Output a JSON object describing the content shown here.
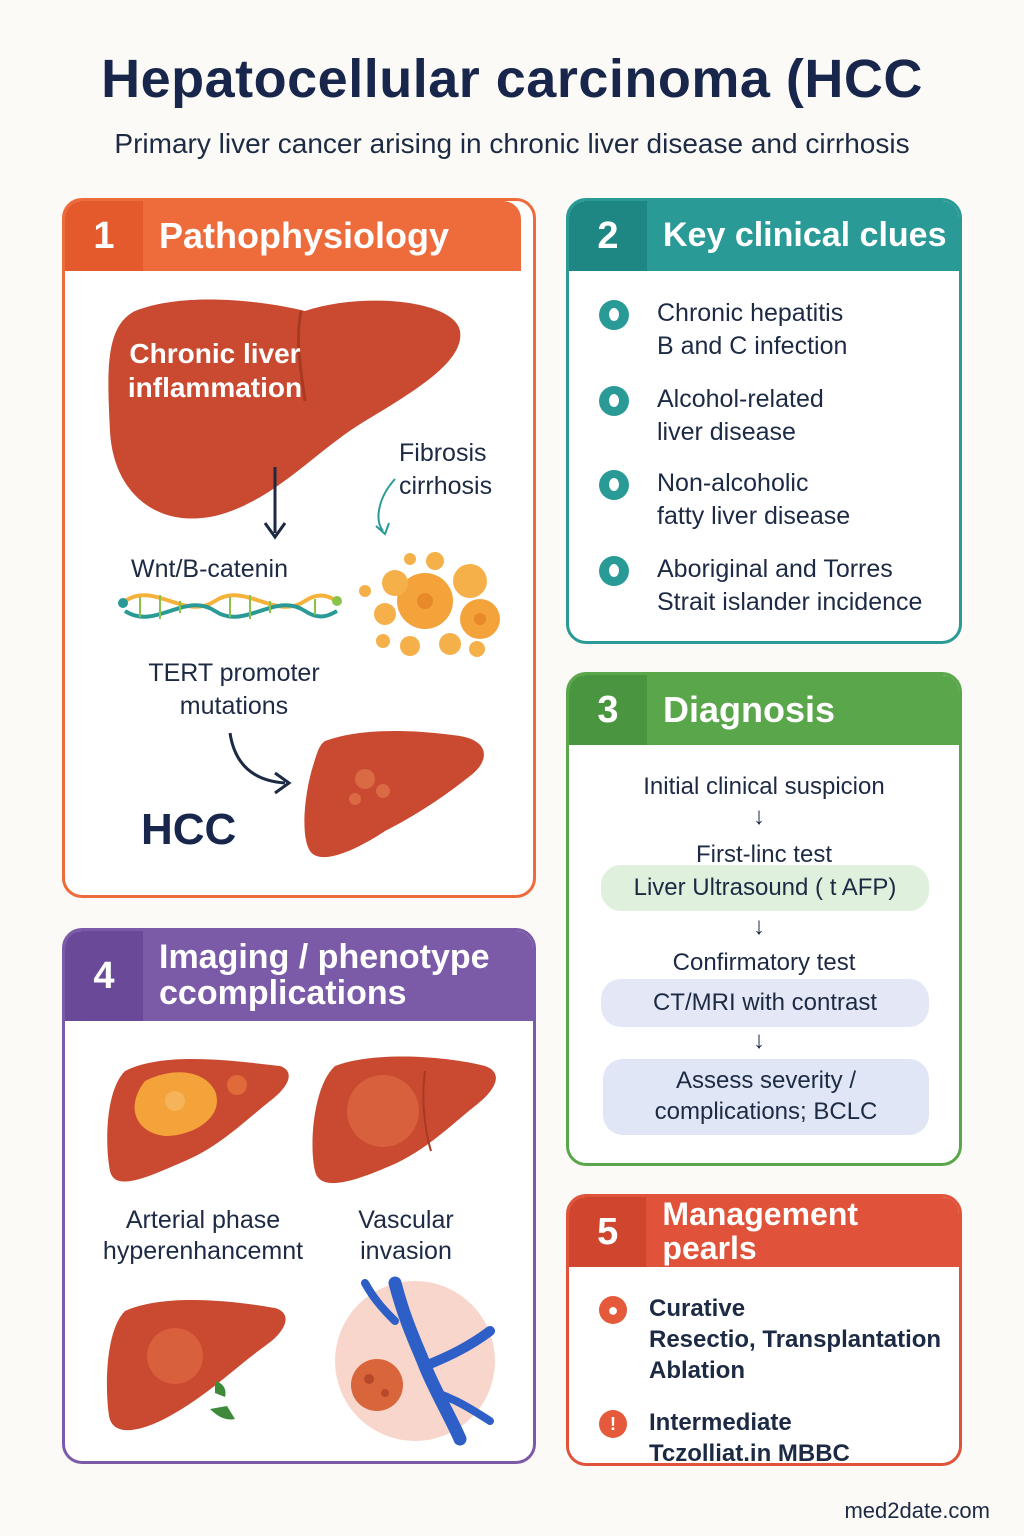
{
  "header": {
    "title": "Hepatocellular carcinoma (HCC",
    "subtitle": "Primary liver cancer arising in chronic liver disease and cirrhosis"
  },
  "colors": {
    "section1": "#ee6b3c",
    "section2": "#2a9a96",
    "section3": "#5aa64a",
    "section4": "#7b5aa8",
    "section5": "#e0523a",
    "liver": "#c94a30",
    "lesion": "#f4a23a"
  },
  "section1": {
    "number": "1",
    "title": "Pathophysiology",
    "liver_label": "Chronic liver inflammation",
    "pathway": "Wnt/B-catenin",
    "fibrosis": "Fibrosis cirrhosis",
    "tert": "TERT promoter mutations",
    "outcome": "HCC"
  },
  "section2": {
    "number": "2",
    "title": "Key clinical clues",
    "items": [
      {
        "icon": "virus-icon",
        "line1": "Chronic hepatitis",
        "line2": "B and C infection"
      },
      {
        "icon": "bottle-icon",
        "line1": "Alcohol-related",
        "line2": "liver disease"
      },
      {
        "icon": "droplet-icon",
        "line1": "Non-alcoholic",
        "line2": "fatty liver disease"
      },
      {
        "icon": "person-icon",
        "line1": "Aboriginal and Torres",
        "line2": "Strait islander incidence"
      }
    ]
  },
  "section3": {
    "number": "3",
    "title": "Diagnosis",
    "step1": "Initial clinical suspicion",
    "step2_label": "First-linc test",
    "step2_box": "Liver Ultrasound ( t AFP)",
    "step3_label": "Confirmatory test",
    "step3_box": "CT/MRI with contrast",
    "step4_box_line1": "Assess severity /",
    "step4_box_line2": "complications; BCLC"
  },
  "section4": {
    "number": "4",
    "title_line1": "Imaging / phenotype",
    "title_line2": "ccomplications",
    "panel1_line1": "Arterial phase",
    "panel1_line2": "hyperenhancemnt",
    "panel2_line1": "Vascular",
    "panel2_line2": "invasion"
  },
  "section5": {
    "number": "5",
    "title": "Management pearls",
    "item1_line1": "Curative",
    "item1_line2": "Resectio, Transplantation",
    "item1_line3": "Ablation",
    "item2_line1": "Intermediate",
    "item2_line2": "Tczolliat.in MBBC"
  },
  "footer": {
    "site": "med2date.com"
  }
}
